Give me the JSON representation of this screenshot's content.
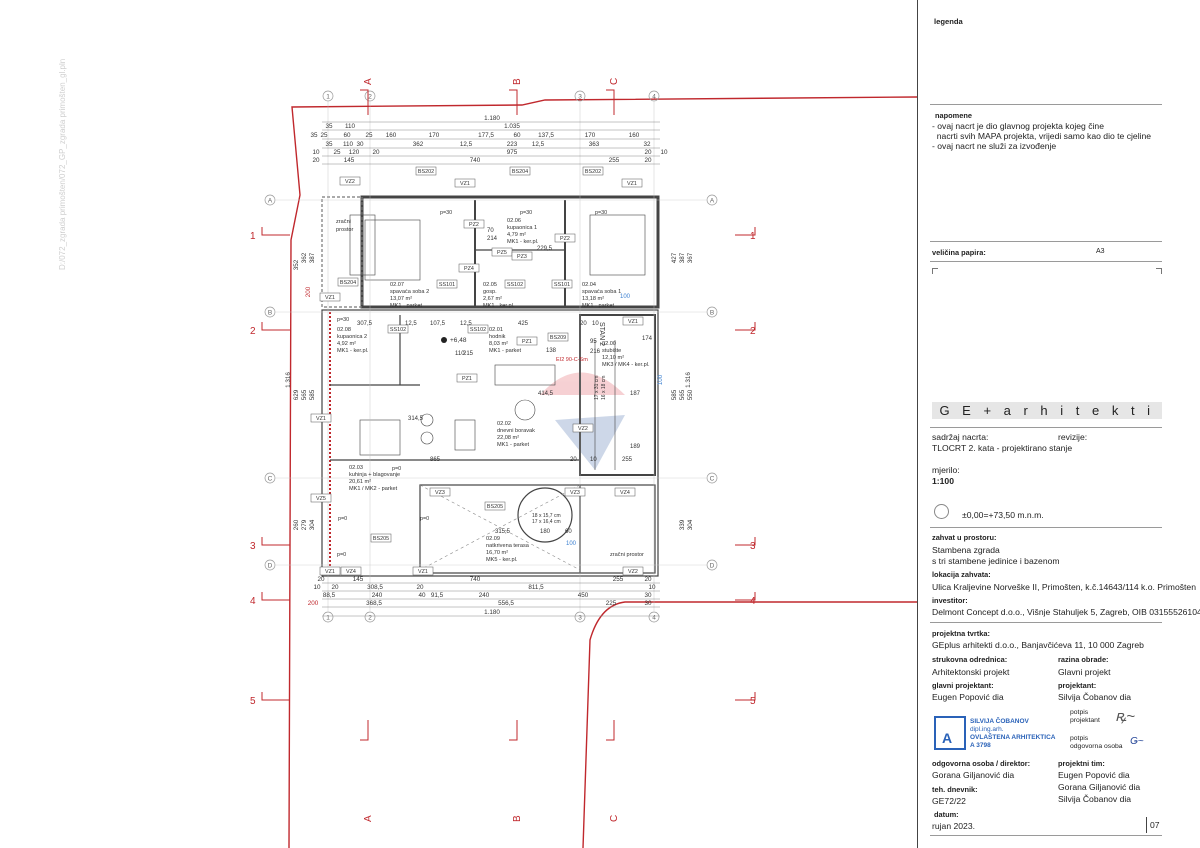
{
  "file_path": "D:/072_zgrada primošten/072_GP_zgrada primošten_gl.pln",
  "title_block": {
    "legend_label": "legenda",
    "notes_label": "napomene",
    "notes": [
      "- ovaj nacrt je dio glavnog projekta kojeg čine",
      "  nacrti svih MAPA projekta, vrijedi samo kao dio te cjeline",
      "- ovaj nacrt ne služi za izvođenje"
    ],
    "paper_size_label": "veličina papira:",
    "paper_size": "A3",
    "firm_logo": "G E + a r h i t e k t i",
    "content_label": "sadržaj nacrta:",
    "revisions_label": "revizije:",
    "content": "TLOCRT 2. kata - projektirano stanje",
    "scale_label": "mjerilo:",
    "scale": "1:100",
    "elevation": "±0,00=+73,50 m.n.m.",
    "intervention_label": "zahvat u prostoru:",
    "intervention": [
      "Stambena zgrada",
      "s tri stambene jedinice i bazenom"
    ],
    "location_label": "lokacija zahvata:",
    "location": "Ulica Kraljevine Norveške II, Primošten, k.č.14643/114 k.o. Primošten",
    "investor_label": "investitor:",
    "investor": "Delmont Concept d.o.o., Višnje Stahuljek 5, Zagreb, OIB 03155526104",
    "firm_label": "projektna tvrtka:",
    "firm": "GEplus arhitekti d.o.o., Banjavčićeva 11, 10 000 Zagreb",
    "discipline_label": "strukovna odrednica:",
    "discipline": "Arhitektonski projekt",
    "level_label": "razina obrade:",
    "level": "Glavni projekt",
    "chief_designer_label": "glavni projektant:",
    "chief_designer": "Eugen Popović dia",
    "designer_label": "projektant:",
    "designer": "Silvija Čobanov dia",
    "stamp": [
      "SILVIJA ČOBANOV",
      "dipl.ing.arh.",
      "OVLAŠTENA ARHITEKTICA",
      "A 3798"
    ],
    "signature_designer_label": [
      "potpis",
      "projektant"
    ],
    "signature_responsible_label": [
      "potpis",
      "odgovorna osoba"
    ],
    "responsible_label": "odgovorna osoba / direktor:",
    "responsible": "Gorana Giljanović dia",
    "team_label": "projektni tim:",
    "team": [
      "Eugen Popović dia",
      "Gorana Giljanović dia",
      "Silvija Čobanov dia"
    ],
    "log_label": "teh. dnevnik:",
    "log": "GE72/22",
    "date_label": "datum:",
    "date": "rujan 2023.",
    "sheet_number": "07"
  },
  "plan": {
    "grid_numbers": [
      "1",
      "2",
      "3",
      "4"
    ],
    "grid_letters": [
      "A",
      "B",
      "C",
      "D"
    ],
    "section_letters": [
      "A",
      "B",
      "C"
    ],
    "section_numbers": [
      "1",
      "2",
      "3",
      "4",
      "5"
    ],
    "colors": {
      "boundary": "#c0282d",
      "walls": "#444444",
      "stamp": "#2a62b8"
    },
    "dims_top": [
      [
        "1.180"
      ],
      [
        "35",
        "110",
        "1.035"
      ],
      [
        "35",
        "25",
        "60",
        "25",
        "160",
        "170",
        "177,5",
        "60",
        "137,5",
        "170",
        "160"
      ],
      [
        "35",
        "110",
        "30",
        "362",
        "12,5",
        "223",
        "12,5",
        "363",
        "32"
      ],
      [
        "10",
        "25",
        "120",
        "20",
        "975",
        "20",
        "10"
      ],
      [
        "20",
        "145",
        "740",
        "255",
        "20"
      ]
    ],
    "dims_bottom": [
      [
        "20",
        "145",
        "740",
        "255",
        "20"
      ],
      [
        "10",
        "20",
        "308,5",
        "20",
        "811,5",
        "10"
      ],
      [
        "88,5",
        "240",
        "40",
        "91,5",
        "240",
        "450",
        "30"
      ],
      [
        "200",
        "368,5",
        "556,5",
        "225",
        "30"
      ],
      [
        "1.180"
      ]
    ],
    "dims_left": [
      "352",
      "362",
      "387",
      "1.316",
      "629",
      "565",
      "585",
      "260",
      "279",
      "304",
      "200"
    ],
    "dims_right": [
      "427",
      "387",
      "367",
      "1.316",
      "585",
      "565",
      "550",
      "339",
      "304",
      "100"
    ],
    "rooms": [
      {
        "id": "02.07",
        "name": "spavaća soba 2",
        "area": "13,07 m²",
        "finish": "MK1 - parket"
      },
      {
        "id": "02.06",
        "name": "kupaonica 1",
        "area": "4,79 m²",
        "finish": "MK1 - ker.pl."
      },
      {
        "id": "02.05",
        "name": "gosp.",
        "area": "2,67 m²",
        "finish": "MK1 - ker.pl."
      },
      {
        "id": "02.04",
        "name": "spavaća soba 1",
        "area": "13,18 m²",
        "finish": "MK1 - parket"
      },
      {
        "id": "02.08",
        "name": "kupaonica 2",
        "area": "4,92 m²",
        "finish": "MK1 - ker.pl."
      },
      {
        "id": "02.01",
        "name": "hodnik",
        "area": "8,03 m²",
        "finish": "MK1 - parket"
      },
      {
        "id": "02.00",
        "name": "stubište",
        "area": "12,10 m²",
        "finish": "MK3 / MK4 - ker.pl."
      },
      {
        "id": "02.02",
        "name": "dnevni boravak",
        "area": "22,08 m²",
        "finish": "MK1 - parket"
      },
      {
        "id": "02.03",
        "name": "kuhinja + blagovanje",
        "area": "20,61 m²",
        "finish": "MK1 / MK2 - parket"
      },
      {
        "id": "02.09",
        "name": "natkrivena terasa",
        "area": "16,70 m²",
        "finish": "MK5 - ker.pl."
      }
    ],
    "void_label": [
      "zračni",
      "prostor"
    ],
    "void_label_2": "zračni prostor",
    "tags": [
      "BS202",
      "BS204",
      "BS202",
      "VZ2",
      "VZ1",
      "VZ1",
      "BS204",
      "VZ1",
      "SS101",
      "SS102",
      "SS101",
      "SS102",
      "SS102",
      "VZ1",
      "BS205",
      "BS205",
      "VZ3",
      "VZ3",
      "VZ4",
      "VZ1",
      "VZ4",
      "VZ1",
      "VZ2",
      "PZ2",
      "PZ2",
      "PZ5",
      "PZ3",
      "PZ1",
      "PZ1",
      "PZ4",
      "BS209",
      "VZ2",
      "VZ5",
      "VZ1"
    ],
    "level_mark": "+6,48",
    "unit_label": "STAN 2",
    "fire_door": "EI2 90-C-Sm",
    "stair_info": [
      "17 x 31 cm",
      "16 x 18 cm"
    ],
    "spiral_info": [
      "18 x 15,7 cm",
      "17 x 16,4 cm"
    ],
    "door_notes": [
      "p=30",
      "p=30",
      "p=30",
      "p=30",
      "p=0",
      "p=0",
      "p=0",
      "p=0"
    ],
    "inner_dims": [
      "307,5",
      "12,5",
      "107,5",
      "12,5",
      "425",
      "20",
      "10",
      "865",
      "20",
      "10",
      "255",
      "314,5",
      "414,5",
      "315,5",
      "180",
      "60",
      "100",
      "100",
      "70",
      "214",
      "229,5",
      "95",
      "216",
      "174",
      "187",
      "189",
      "138",
      "110",
      "215"
    ]
  }
}
